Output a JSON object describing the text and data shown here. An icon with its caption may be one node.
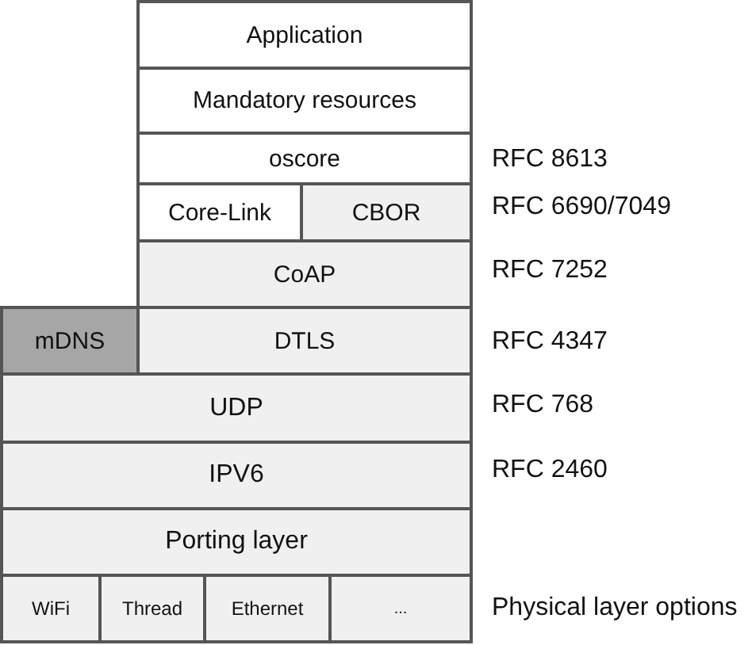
{
  "diagram": {
    "nodes": [
      {
        "text": [
          "Application"
        ]
      },
      {
        "text": [
          "Mandatory resources"
        ]
      },
      {
        "text": [
          "oscore"
        ],
        "beside": [
          "RFC 8613"
        ]
      },
      {
        "text": [
          "Core-Link"
        ]
      },
      {
        "text": [
          "CBOR"
        ],
        "beside": [
          "RFC 6690/7049"
        ]
      },
      {
        "text": [
          "CoAP"
        ],
        "beside": [
          "RFC 7252"
        ]
      },
      {
        "text": [
          "mDNS"
        ]
      },
      {
        "text": [
          "DTLS"
        ],
        "beside": [
          "RFC 4347"
        ]
      },
      {
        "text": [
          "UDP"
        ],
        "beside": [
          "RFC 768"
        ]
      },
      {
        "text": [
          "IPV6"
        ],
        "beside": [
          "RFC 2460"
        ]
      },
      {
        "text": [
          "Porting layer"
        ]
      },
      {
        "text": [
          "WiFi"
        ]
      },
      {
        "text": [
          "Thread"
        ]
      },
      {
        "text": [
          "Ethernet"
        ]
      },
      {
        "text": [
          "..."
        ]
      }
    ],
    "labels": [
      "Physical layer options"
    ]
  }
}
